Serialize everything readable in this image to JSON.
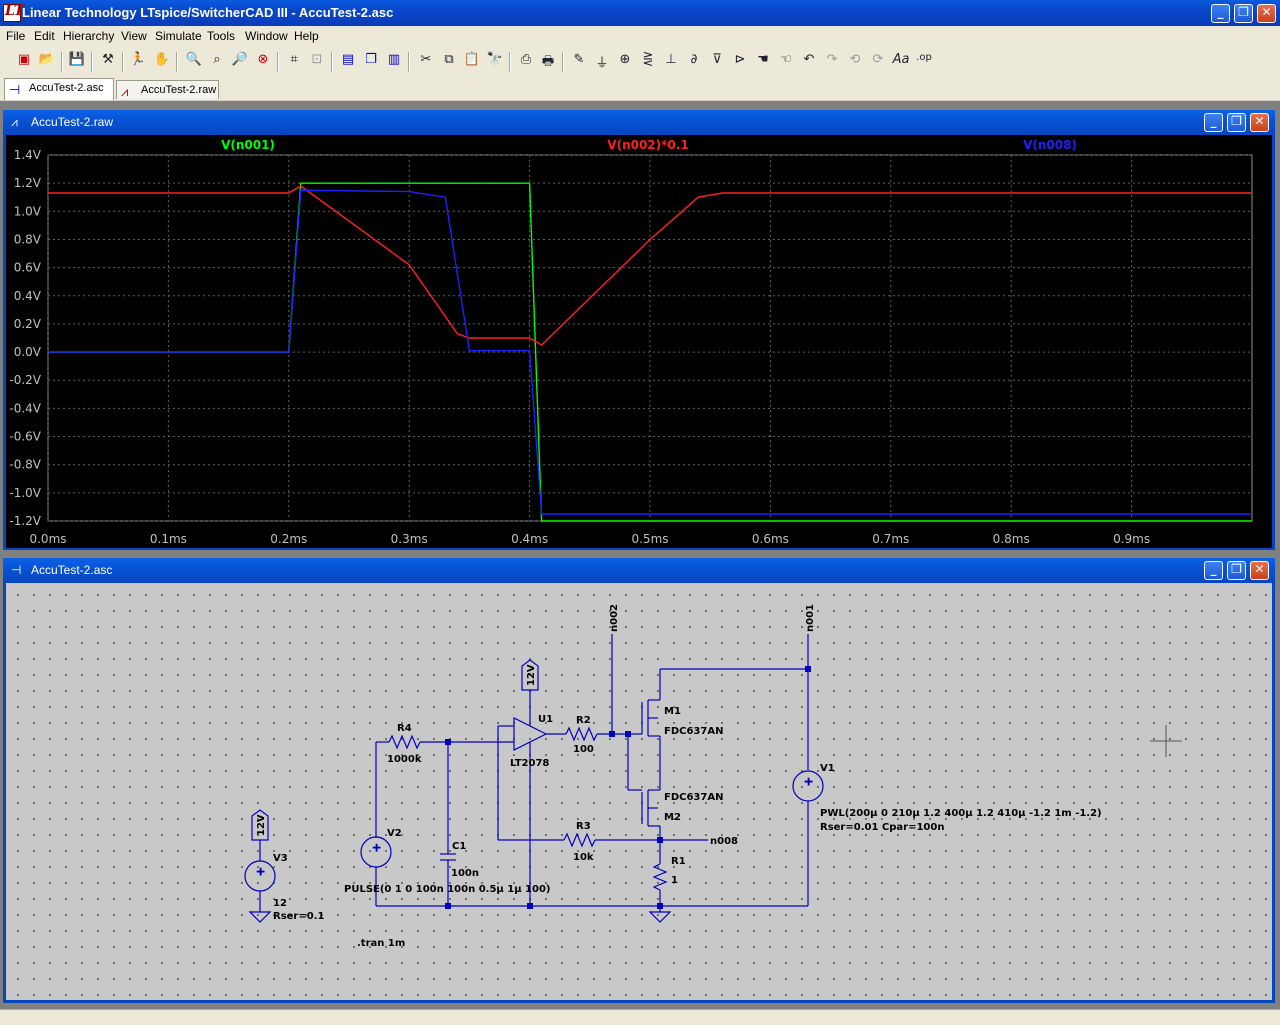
{
  "window": {
    "title": "Linear Technology LTspice/SwitcherCAD III - AccuTest-2.asc",
    "min": "_",
    "max": "❐",
    "close": "✕"
  },
  "menu": [
    "File",
    "Edit",
    "Hierarchy",
    "View",
    "Simulate",
    "Tools",
    "Window",
    "Help"
  ],
  "tabs": [
    {
      "label": "AccuTest-2.asc",
      "icon": "schematic-icon"
    },
    {
      "label": "AccuTest-2.raw",
      "icon": "waveform-icon"
    }
  ],
  "plot_window": {
    "title": "AccuTest-2.raw"
  },
  "schematic_window": {
    "title": "AccuTest-2.asc"
  },
  "colors": {
    "grid": "#606060",
    "green": "#00ff00",
    "red": "#ff2020",
    "blue": "#2020ff",
    "schematic_wire": "#0000c0",
    "schematic_text": "#000000"
  },
  "chart_data": {
    "type": "line",
    "xlabel": "",
    "ylabel": "",
    "xlim": [
      0,
      1.0
    ],
    "ylim": [
      -1.2,
      1.4
    ],
    "grid": true,
    "x_ticks": [
      0,
      0.1,
      0.2,
      0.3,
      0.4,
      0.5,
      0.6,
      0.7,
      0.8,
      0.9
    ],
    "x_tick_labels": [
      "0.0ms",
      "0.1ms",
      "0.2ms",
      "0.3ms",
      "0.4ms",
      "0.5ms",
      "0.6ms",
      "0.7ms",
      "0.8ms",
      "0.9ms"
    ],
    "y_ticks": [
      1.4,
      1.2,
      1.0,
      0.8,
      0.6,
      0.4,
      0.2,
      0.0,
      -0.2,
      -0.4,
      -0.6,
      -0.8,
      -1.0,
      -1.2
    ],
    "y_tick_labels": [
      "1.4V",
      "1.2V",
      "1.0V",
      "0.8V",
      "0.6V",
      "0.4V",
      "0.2V",
      "0.0V",
      "-0.2V",
      "-0.4V",
      "-0.6V",
      "-0.8V",
      "-1.0V",
      "-1.2V"
    ],
    "series": [
      {
        "name": "V(n001)",
        "color": "#00ff00",
        "x": [
          0,
          0.2,
          0.21,
          0.35,
          0.4,
          0.41,
          1.0
        ],
        "y": [
          0,
          0,
          1.2,
          1.2,
          1.2,
          -1.2,
          -1.2
        ]
      },
      {
        "name": "V(n002)*0.1",
        "color": "#ff2020",
        "x": [
          0,
          0.2,
          0.21,
          0.3,
          0.34,
          0.35,
          0.4,
          0.41,
          0.5,
          0.54,
          0.56,
          1.0
        ],
        "y": [
          1.13,
          1.13,
          1.18,
          0.62,
          0.13,
          0.1,
          0.1,
          0.05,
          0.8,
          1.1,
          1.13,
          1.13
        ]
      },
      {
        "name": "V(n008)",
        "color": "#2020ff",
        "x": [
          0,
          0.2,
          0.21,
          0.3,
          0.33,
          0.35,
          0.4,
          0.41,
          0.6,
          1.0
        ],
        "y": [
          0,
          0,
          1.15,
          1.14,
          1.1,
          0.01,
          0.01,
          -1.15,
          -1.15,
          -1.15
        ]
      }
    ]
  },
  "schematic": {
    "nets": [
      "n002",
      "n001",
      "n008"
    ],
    "labels": {
      "r4": "R4",
      "r4_val": "1000k",
      "u1": "U1",
      "u1_val": "LT2078",
      "u1_supply": "12V",
      "r2": "R2",
      "r2_val": "100",
      "m1": "M1",
      "m1_val": "FDC637AN",
      "m2": "M2",
      "m2_val": "FDC637AN",
      "v1": "V1",
      "v1_val": "PWL(200µ 0 210µ 1.2 400µ 1.2 410µ -1.2 1m -1.2)",
      "v1_rser": "Rser=0.01 Cpar=100n",
      "v2": "V2",
      "v2_val": "PULSE(0 1 0 100n 100n 0.5µ 1µ 100)",
      "c1": "C1",
      "c1_val": "100n",
      "r3": "R3",
      "r3_val": "10k",
      "r1": "R1",
      "r1_val": "1",
      "v3": "V3",
      "v3_val": "12",
      "v3_rser": "Rser=0.1",
      "v3_supply": "12V",
      "directive": ".tran 1m"
    }
  }
}
